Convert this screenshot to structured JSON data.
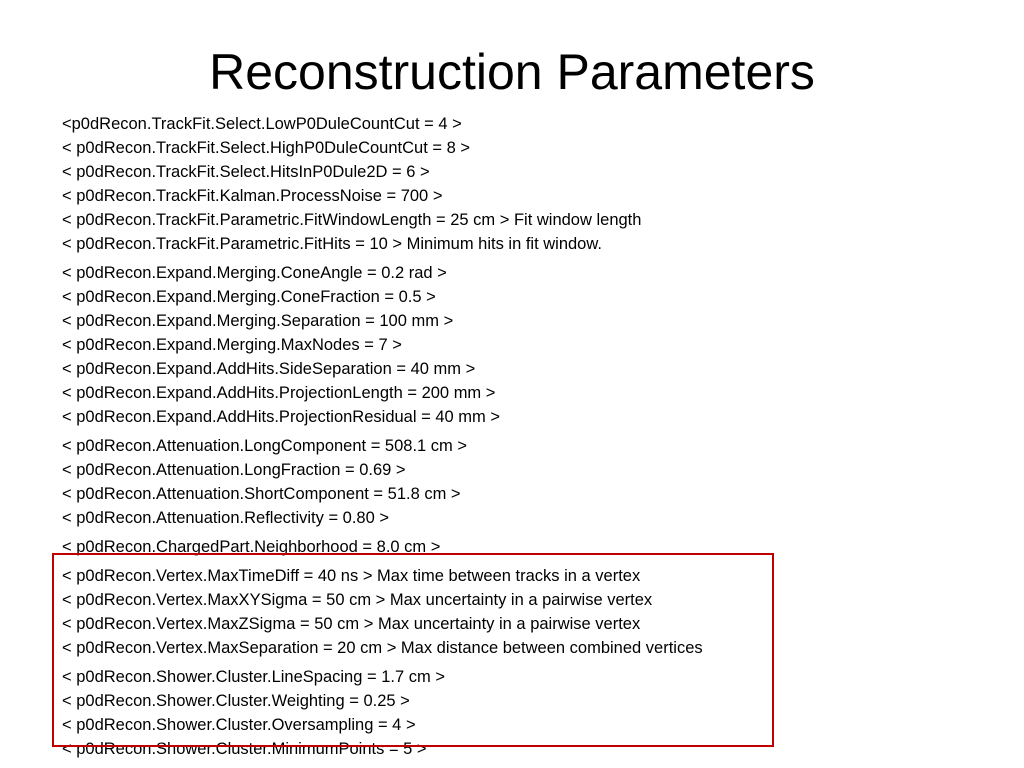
{
  "title": "Reconstruction Parameters",
  "highlight_color": "#c00000",
  "groups": [
    {
      "lines": [
        "<p0dRecon.TrackFit.Select.LowP0DuleCountCut = 4 >",
        "< p0dRecon.TrackFit.Select.HighP0DuleCountCut = 8 >",
        "< p0dRecon.TrackFit.Select.HitsInP0Dule2D = 6 >",
        "< p0dRecon.TrackFit.Kalman.ProcessNoise = 700 >",
        "< p0dRecon.TrackFit.Parametric.FitWindowLength = 25 cm > Fit window length",
        "< p0dRecon.TrackFit.Parametric.FitHits = 10 > Minimum hits in fit window."
      ]
    },
    {
      "lines": [
        "< p0dRecon.Expand.Merging.ConeAngle = 0.2 rad >",
        "< p0dRecon.Expand.Merging.ConeFraction = 0.5 >",
        "< p0dRecon.Expand.Merging.Separation = 100 mm >",
        "< p0dRecon.Expand.Merging.MaxNodes = 7 >",
        "< p0dRecon.Expand.AddHits.SideSeparation = 40 mm >",
        "< p0dRecon.Expand.AddHits.ProjectionLength = 200 mm >",
        "< p0dRecon.Expand.AddHits.ProjectionResidual = 40 mm >"
      ]
    },
    {
      "lines": [
        "< p0dRecon.Attenuation.LongComponent = 508.1 cm >",
        "< p0dRecon.Attenuation.LongFraction = 0.69 >",
        "< p0dRecon.Attenuation.ShortComponent = 51.8 cm >",
        "< p0dRecon.Attenuation.Reflectivity = 0.80 >"
      ]
    },
    {
      "lines": [
        "< p0dRecon.ChargedPart.Neighborhood = 8.0 cm >"
      ]
    },
    {
      "lines": [
        "< p0dRecon.Vertex.MaxTimeDiff = 40 ns > Max time between tracks in a vertex",
        "< p0dRecon.Vertex.MaxXYSigma = 50 cm > Max uncertainty in a pairwise vertex",
        "< p0dRecon.Vertex.MaxZSigma = 50 cm > Max uncertainty in a pairwise vertex",
        "< p0dRecon.Vertex.MaxSeparation = 20 cm > Max distance between combined vertices"
      ]
    },
    {
      "lines": [
        "< p0dRecon.Shower.Cluster.LineSpacing = 1.7 cm >",
        "< p0dRecon.Shower.Cluster.Weighting = 0.25 >",
        "< p0dRecon.Shower.Cluster.Oversampling = 4 >",
        "< p0dRecon.Shower.Cluster.MinimumPoints = 5 >"
      ]
    }
  ]
}
